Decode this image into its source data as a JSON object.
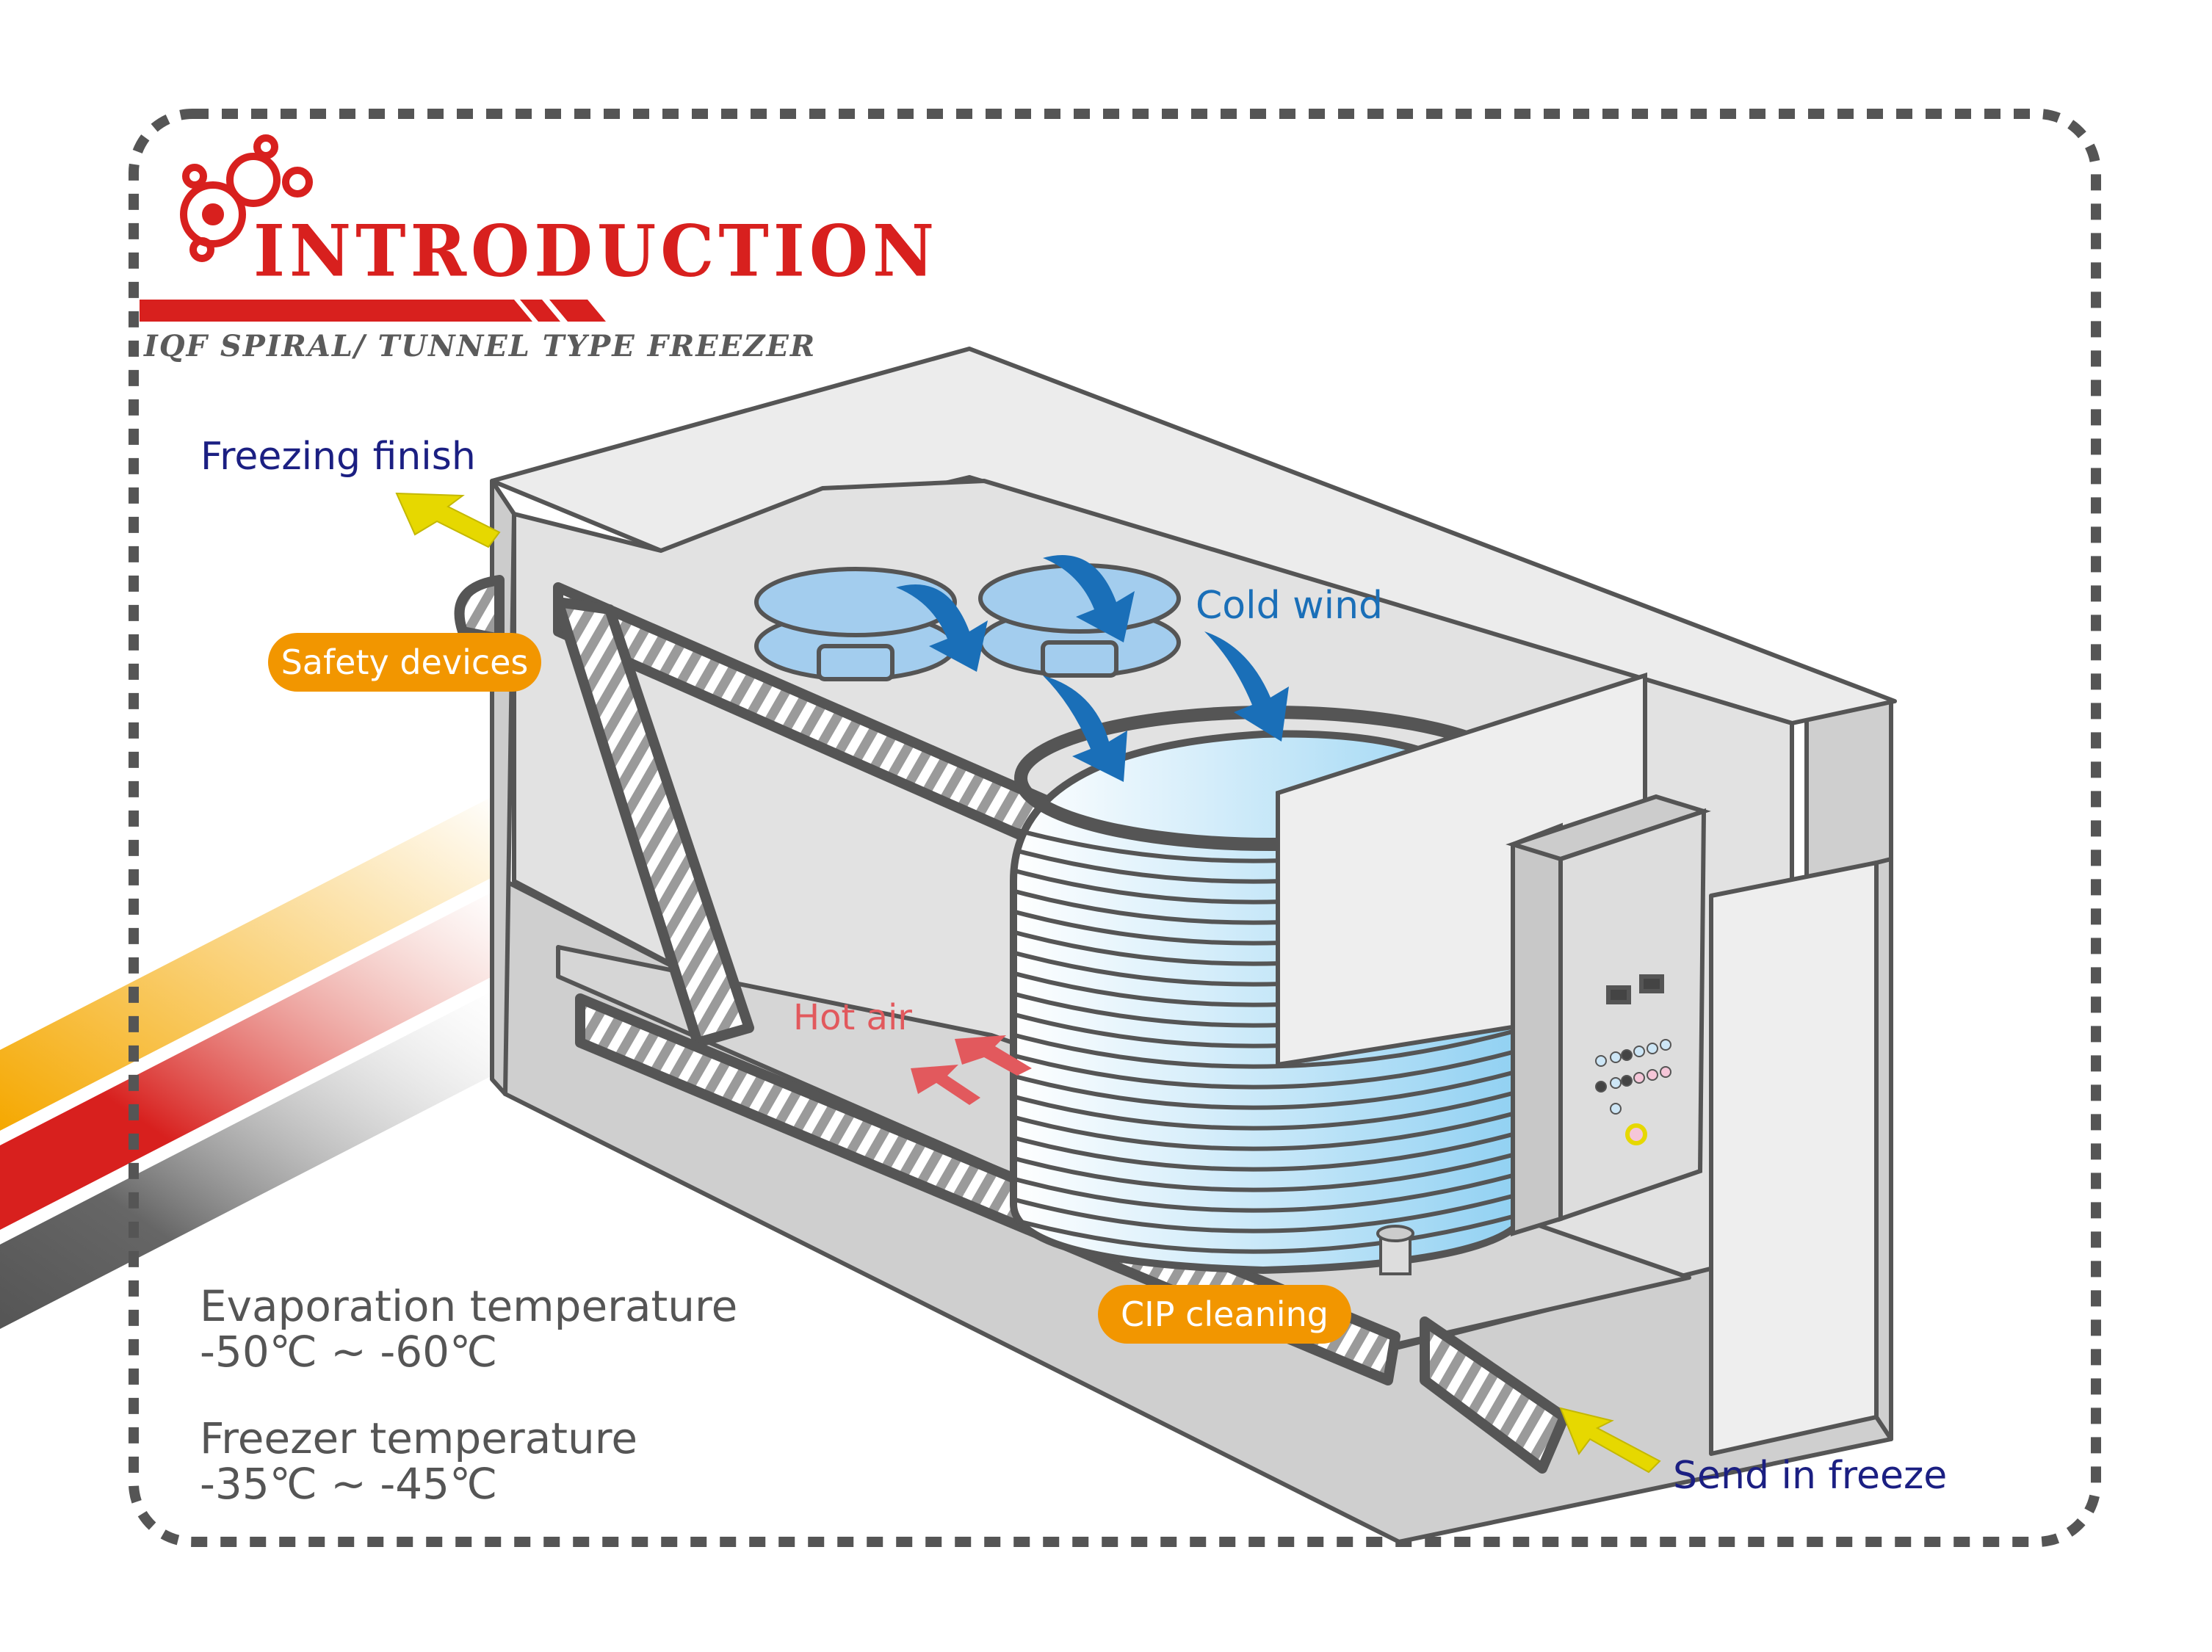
{
  "header": {
    "title": "INTRODUCTION",
    "subtitle": "IQF SPIRAL/ TUNNEL TYPE FREEZER",
    "logo_icon": "gears-icon",
    "accent_color": "#d8201e"
  },
  "labels": {
    "freezing_finish": "Freezing finish",
    "safety_devices": "Safety devices",
    "cold_wind": "Cold wind",
    "hot_air": "Hot air",
    "cip_cleaning": "CIP cleaning",
    "send_in_freeze": "Send in freeze"
  },
  "specs": [
    {
      "label": "Evaporation temperature",
      "value": "-50℃ ~ -60℃"
    },
    {
      "label": "Freezer temperature",
      "value": "-35℃ ~ -45℃"
    }
  ],
  "colors": {
    "label_navy": "#1b1f82",
    "cold_wind_blue": "#1a6fb8",
    "hot_air_red": "#e2595d",
    "pill_orange": "#f29600",
    "arrow_yellow": "#e6d800",
    "spiral_blue": "#8fd0f2",
    "outline_gray": "#555555"
  },
  "components": {
    "fans": 2,
    "control_panel_icon": "control-panel-icon",
    "spiral_drum_icon": "spiral-conveyor-icon"
  }
}
